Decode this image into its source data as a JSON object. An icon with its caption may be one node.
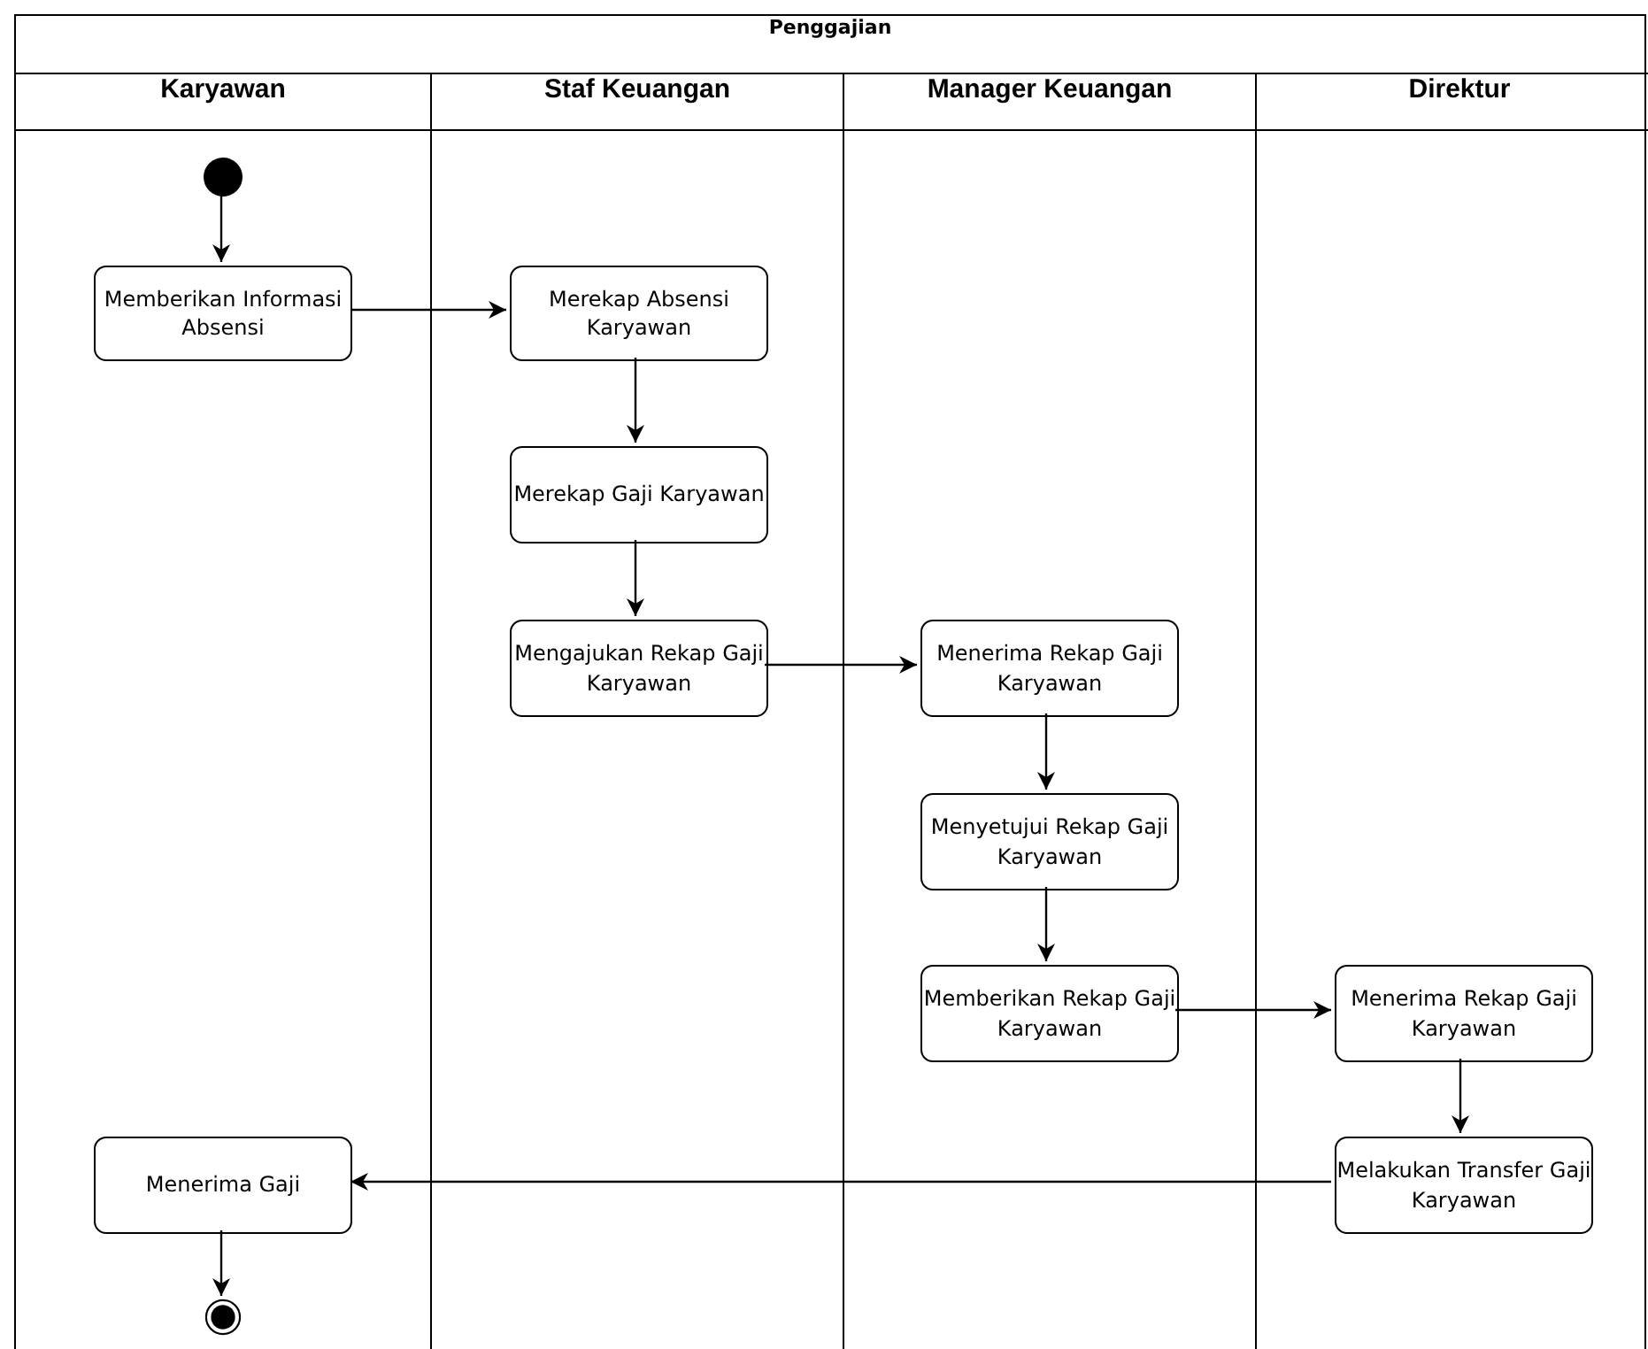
{
  "diagram": {
    "nodes": [
      {
        "text": [
          "Penggajian"
        ]
      },
      {
        "text": [
          "Karyawan"
        ],
        "in": 0
      },
      {
        "text": [
          "Staf Keuangan"
        ],
        "in": 0
      },
      {
        "text": [
          "Manager Keuangan"
        ],
        "in": 0
      },
      {
        "text": [
          "Direktur"
        ],
        "in": 0
      },
      {
        "text": [],
        "shape": "circle",
        "in": 1
      },
      {
        "text": [
          "Memberikan Informasi Absensi"
        ],
        "in": 1
      },
      {
        "text": [
          "Menerima Gaji"
        ],
        "in": 1
      },
      {
        "text": [],
        "shape": "bullseye",
        "in": 1
      },
      {
        "text": [
          "Merekap Absensi Karyawan"
        ],
        "in": 2
      },
      {
        "text": [
          "Merekap Gaji Karyawan"
        ],
        "in": 2
      },
      {
        "text": [
          "Mengajukan Rekap Gaji Karyawan"
        ],
        "in": 2
      },
      {
        "text": [
          "Menerima Rekap Gaji Karyawan"
        ],
        "in": 3
      },
      {
        "text": [
          "Menyetujui Rekap Gaji Karyawan"
        ],
        "in": 3
      },
      {
        "text": [
          "Memberikan Rekap Gaji Karyawan"
        ],
        "in": 3
      },
      {
        "text": [
          "Menerima Rekap Gaji Karyawan"
        ],
        "in": 4
      },
      {
        "text": [
          "Melakukan Transfer Gaji Karyawan"
        ],
        "in": 4
      }
    ],
    "edges": [
      {
        "from": 5,
        "to": 6,
        "arrow": "to"
      },
      {
        "from": 6,
        "to": 9,
        "arrow": "to"
      },
      {
        "from": 9,
        "to": 10,
        "arrow": "to"
      },
      {
        "from": 10,
        "to": 11,
        "arrow": "to"
      },
      {
        "from": 11,
        "to": 12,
        "arrow": "to"
      },
      {
        "from": 12,
        "to": 13,
        "arrow": "to"
      },
      {
        "from": 13,
        "to": 14,
        "arrow": "to"
      },
      {
        "from": 14,
        "to": 15,
        "arrow": "to"
      },
      {
        "from": 15,
        "to": 16,
        "arrow": "to"
      },
      {
        "from": 16,
        "to": 7,
        "arrow": "to"
      },
      {
        "from": 7,
        "to": 8,
        "arrow": "to"
      }
    ]
  }
}
